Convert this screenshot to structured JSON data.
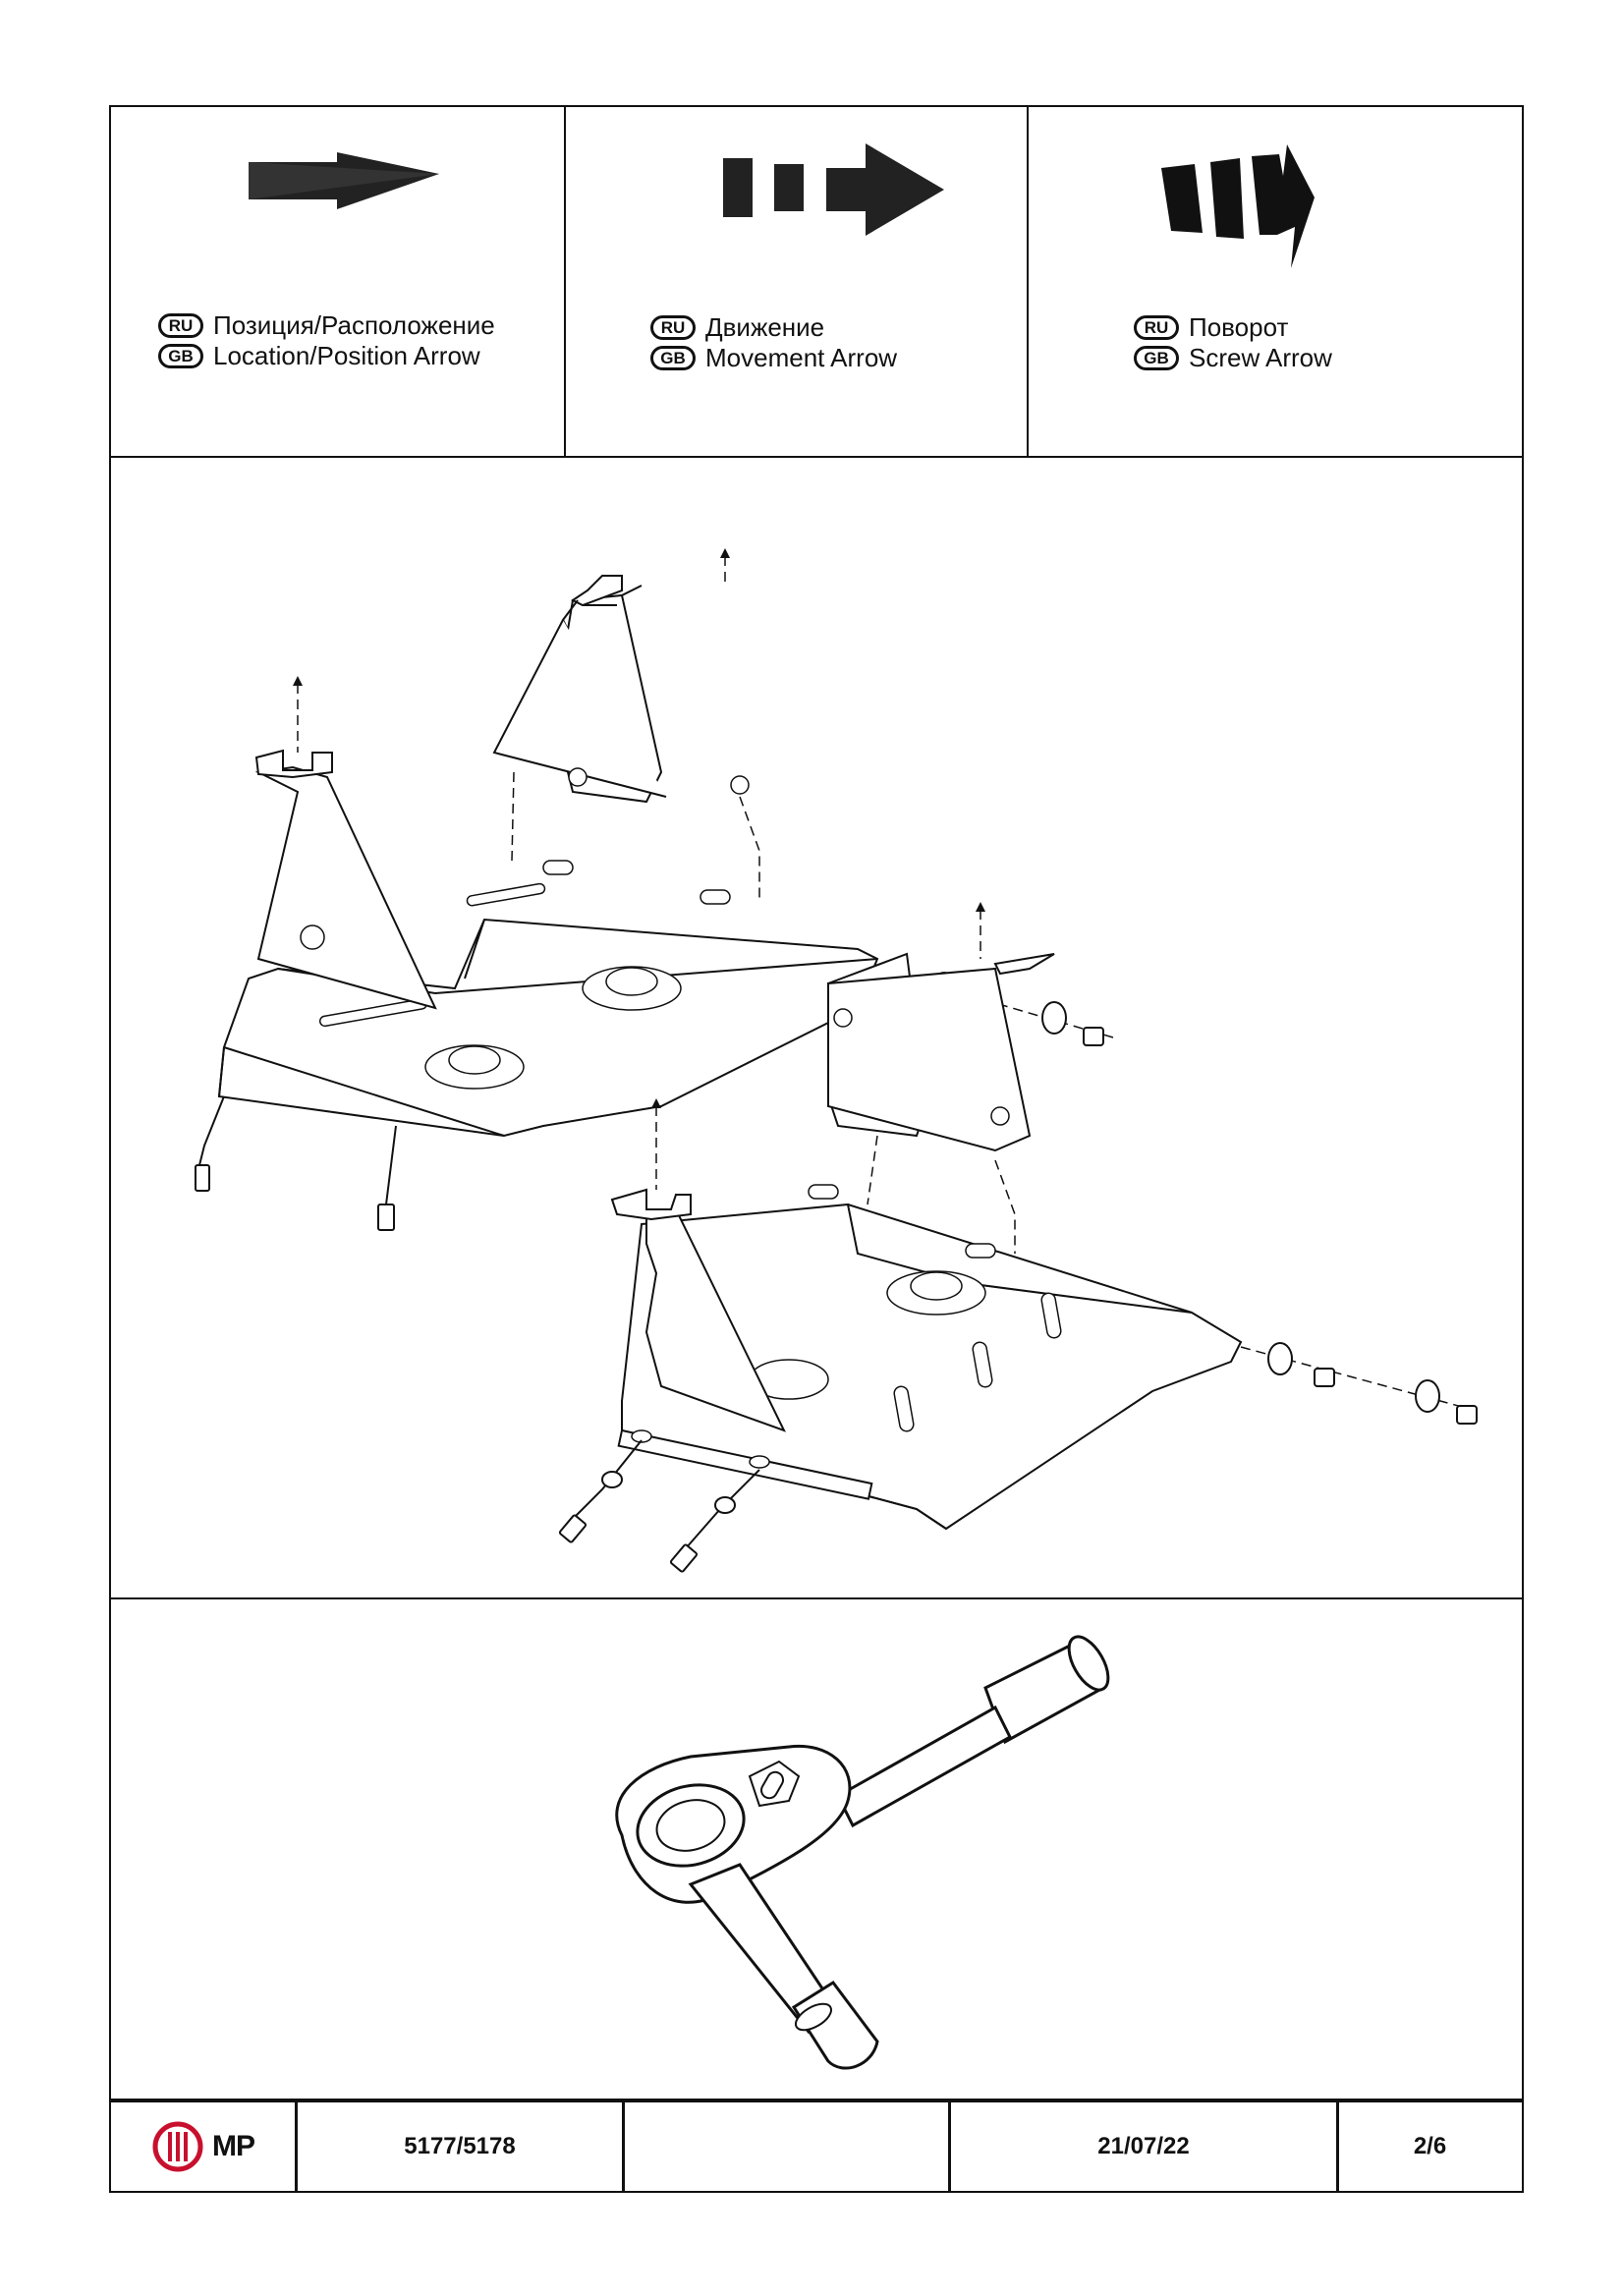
{
  "legend": [
    {
      "icon": "location-arrow-icon",
      "ru_code": "RU",
      "ru_text": "Позиция/Расположение",
      "gb_code": "GB",
      "gb_text": "Location/Position Arrow"
    },
    {
      "icon": "movement-arrow-icon",
      "ru_code": "RU",
      "ru_text": "Движение",
      "gb_code": "GB",
      "gb_text": "Movement Arrow"
    },
    {
      "icon": "screw-arrow-icon",
      "ru_code": "RU",
      "ru_text": "Поворот",
      "gb_code": "GB",
      "gb_text": "Screw Arrow"
    }
  ],
  "diagram": {
    "icon": "skid-plate-assembly-diagram"
  },
  "tool": {
    "icon": "ratchet-wrench-icon"
  },
  "footer": {
    "logo_text": "MP",
    "part_number": "5177/5178",
    "empty_cell": "",
    "date": "21/07/22",
    "page": "2/6"
  },
  "colors": {
    "logo_red": "#c8102e",
    "line": "#111111"
  }
}
